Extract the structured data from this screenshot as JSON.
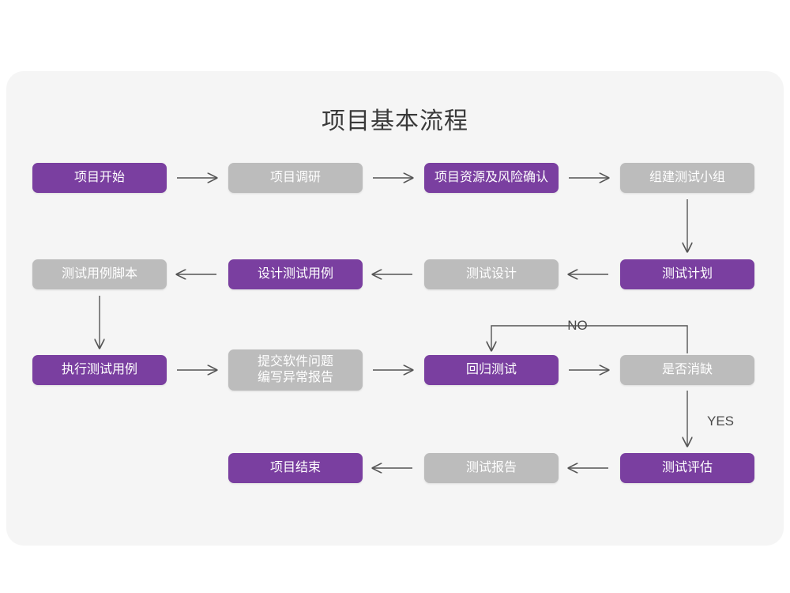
{
  "chart_data": {
    "type": "diagram",
    "title": "项目基本流程",
    "diagram_kind": "flowchart",
    "colors": {
      "accent_purple": "#7a3fa0",
      "muted_grey": "#bcbcbc",
      "canvas": "#f5f5f5",
      "page": "#ffffff",
      "connector": "#555555",
      "title_text": "#3a3a3a",
      "node_text": "#ffffff"
    },
    "nodes": [
      {
        "id": "n1",
        "label": "项目开始",
        "style": "purple",
        "row": 1,
        "col": 1
      },
      {
        "id": "n2",
        "label": "项目调研",
        "style": "grey",
        "row": 1,
        "col": 2
      },
      {
        "id": "n3",
        "label": "项目资源及风险确认",
        "style": "purple",
        "row": 1,
        "col": 3
      },
      {
        "id": "n4",
        "label": "组建测试小组",
        "style": "grey",
        "row": 1,
        "col": 4
      },
      {
        "id": "n5",
        "label": "测试用例脚本",
        "style": "grey",
        "row": 2,
        "col": 1
      },
      {
        "id": "n6",
        "label": "设计测试用例",
        "style": "purple",
        "row": 2,
        "col": 2
      },
      {
        "id": "n7",
        "label": "测试设计",
        "style": "grey",
        "row": 2,
        "col": 3
      },
      {
        "id": "n8",
        "label": "测试计划",
        "style": "purple",
        "row": 2,
        "col": 4
      },
      {
        "id": "n9",
        "label": "执行测试用例",
        "style": "purple",
        "row": 3,
        "col": 1
      },
      {
        "id": "n10",
        "label": "提交软件问题\n编写异常报告",
        "style": "grey",
        "row": 3,
        "col": 2
      },
      {
        "id": "n11",
        "label": "回归测试",
        "style": "purple",
        "row": 3,
        "col": 3
      },
      {
        "id": "n12",
        "label": "是否消缺",
        "style": "grey",
        "row": 3,
        "col": 4
      },
      {
        "id": "n13",
        "label": "项目结束",
        "style": "purple",
        "row": 4,
        "col": 2
      },
      {
        "id": "n14",
        "label": "测试报告",
        "style": "grey",
        "row": 4,
        "col": 3
      },
      {
        "id": "n15",
        "label": "测试评估",
        "style": "purple",
        "row": 4,
        "col": 4
      }
    ],
    "edges": [
      {
        "from": "n1",
        "to": "n2",
        "direction": "right",
        "label": ""
      },
      {
        "from": "n2",
        "to": "n3",
        "direction": "right",
        "label": ""
      },
      {
        "from": "n3",
        "to": "n4",
        "direction": "right",
        "label": ""
      },
      {
        "from": "n4",
        "to": "n8",
        "direction": "down",
        "label": ""
      },
      {
        "from": "n8",
        "to": "n7",
        "direction": "left",
        "label": ""
      },
      {
        "from": "n7",
        "to": "n6",
        "direction": "left",
        "label": ""
      },
      {
        "from": "n6",
        "to": "n5",
        "direction": "left",
        "label": ""
      },
      {
        "from": "n5",
        "to": "n9",
        "direction": "down",
        "label": ""
      },
      {
        "from": "n9",
        "to": "n10",
        "direction": "right",
        "label": ""
      },
      {
        "from": "n10",
        "to": "n11",
        "direction": "right",
        "label": ""
      },
      {
        "from": "n11",
        "to": "n12",
        "direction": "right",
        "label": ""
      },
      {
        "from": "n12",
        "to": "n11",
        "direction": "loop-up-left-down",
        "label": "NO"
      },
      {
        "from": "n12",
        "to": "n15",
        "direction": "down",
        "label": "YES"
      },
      {
        "from": "n15",
        "to": "n14",
        "direction": "left",
        "label": ""
      },
      {
        "from": "n14",
        "to": "n13",
        "direction": "left",
        "label": ""
      }
    ],
    "edge_labels": [
      {
        "id": "no-label",
        "text": "NO"
      },
      {
        "id": "yes-label",
        "text": "YES"
      }
    ]
  },
  "nodes": {
    "n1": "项目开始",
    "n2": "项目调研",
    "n3": "项目资源及风险确认",
    "n4": "组建测试小组",
    "n5": "测试用例脚本",
    "n6": "设计测试用例",
    "n7": "测试设计",
    "n8": "测试计划",
    "n9": "执行测试用例",
    "n10": "提交软件问题\n编写异常报告",
    "n11": "回归测试",
    "n12": "是否消缺",
    "n13": "项目结束",
    "n14": "测试报告",
    "n15": "测试评估"
  },
  "labels": {
    "title": "项目基本流程",
    "no": "NO",
    "yes": "YES"
  }
}
